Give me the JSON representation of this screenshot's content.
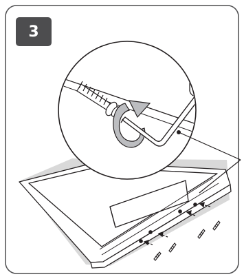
{
  "step": {
    "number": "3"
  },
  "illustration": {
    "subject": "monitor-stand-screw-installation",
    "tools": [
      "hex-key-icon",
      "screw-icon"
    ],
    "screw_count": 4,
    "rotation": "clockwise"
  },
  "colors": {
    "badge": "#4d4d4f",
    "frame": "#4d4d4f",
    "shadow": "#d9d9d9",
    "line": "#231f20"
  }
}
